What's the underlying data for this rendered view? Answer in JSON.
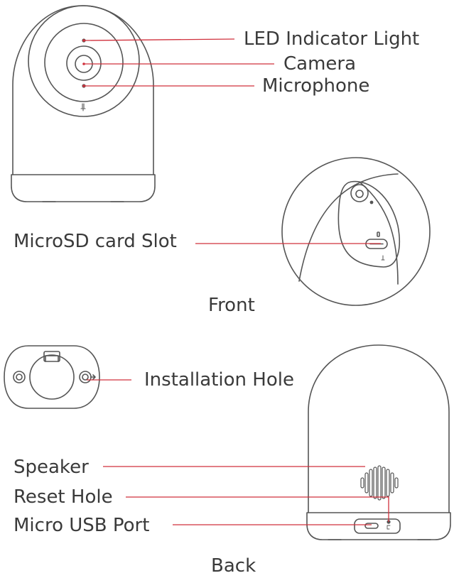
{
  "front": {
    "caption": "Front",
    "labels": {
      "led": "LED Indicator Light",
      "camera": "Camera",
      "microphone": "Microphone",
      "microsd": "MicroSD card Slot"
    }
  },
  "back": {
    "caption": "Back",
    "labels": {
      "installation": "Installation Hole",
      "speaker": "Speaker",
      "reset": "Reset Hole",
      "usb": "Micro USB Port"
    }
  },
  "colors": {
    "callout_line": "#d0303c",
    "outline": "#555555",
    "text": "#3a3a3a"
  }
}
